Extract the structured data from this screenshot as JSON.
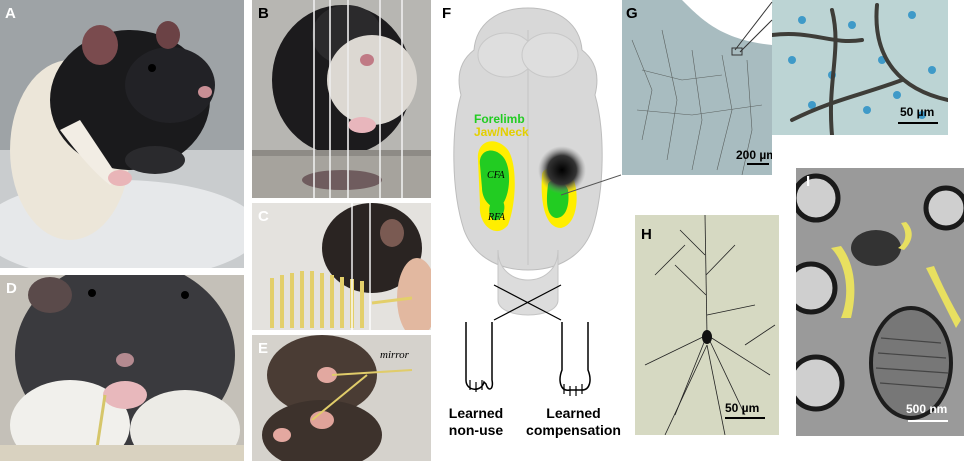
{
  "panels": {
    "a": {
      "label": "A"
    },
    "b": {
      "label": "B"
    },
    "c": {
      "label": "C"
    },
    "d": {
      "label": "D"
    },
    "e": {
      "label": "E",
      "annotation": "mirror"
    },
    "f": {
      "label": "F",
      "legend_forelimb": "Forelimb",
      "legend_jaw": "Jaw/Neck",
      "cfa": "CFA",
      "rfa": "RFA",
      "caption_left_1": "Learned",
      "caption_left_2": "non-use",
      "caption_right_1": "Learned",
      "caption_right_2": "compensation"
    },
    "g": {
      "label": "G",
      "scale_main": "200 µm",
      "scale_inset": "50 µm"
    },
    "h": {
      "label": "H",
      "scale": "50 µm"
    },
    "i": {
      "label": "I",
      "scale": "500 nm"
    }
  },
  "colors": {
    "forelimb": "#22cc22",
    "jaw_neck": "#ffee00",
    "brain": "#d8d8d8",
    "em_highlight": "#e8e060"
  }
}
